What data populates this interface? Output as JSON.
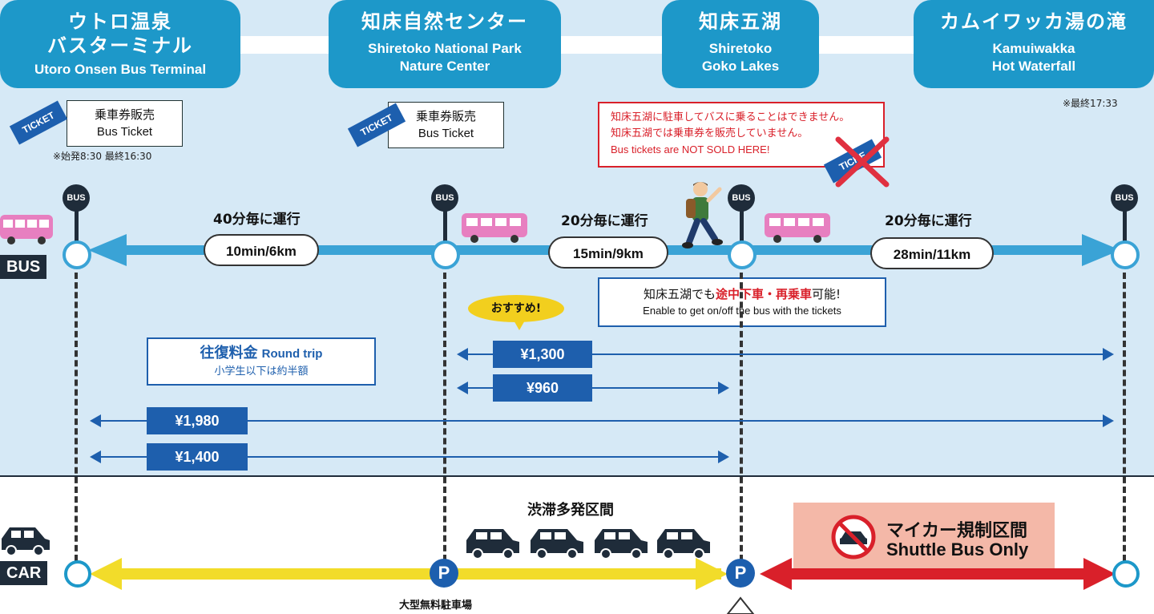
{
  "stations": [
    {
      "jp": "ウトロ温泉",
      "jp2": "バスターミナル",
      "en": "Utoro Onsen Bus Terminal"
    },
    {
      "jp": "知床自然センター",
      "en": "Shiretoko National Park",
      "en2": "Nature Center"
    },
    {
      "jp": "知床五湖",
      "en": "Shiretoko",
      "en2": "Goko Lakes"
    },
    {
      "jp": "カムイワッカ湯の滝",
      "en": "Kamuiwakka",
      "en2": "Hot Waterfall"
    }
  ],
  "kamuiwakka_note": "※最終17:33",
  "ticket_tag": "TICKET",
  "ticket_tag_crossed": "TICKE",
  "tickets": [
    {
      "jp": "乗車券販売",
      "en": "Bus Ticket"
    },
    {
      "jp": "乗車券販売",
      "en": "Bus Ticket"
    }
  ],
  "utoro_hours": "※始発8:30 最終16:30",
  "warning": {
    "line1": "知床五湖に駐車してバスに乗ることはできません。",
    "line2": "知床五湖では乗車券を販売していません。",
    "line3": "Bus tickets are NOT SOLD HERE!"
  },
  "bus_stop_label": "BUS",
  "mode_bus": "BUS",
  "mode_car": "CAR",
  "segments": [
    {
      "freq": "40分毎に運行",
      "time": "10min/6km"
    },
    {
      "freq": "20分毎に運行",
      "time": "15min/9km"
    },
    {
      "freq": "20分毎に運行",
      "time": "28min/11km"
    }
  ],
  "transfer": {
    "pre": "知床五湖でも",
    "highlight": "途中下車・再乗車",
    "post": "可能!",
    "en": "Enable to get on/off the bus with the tickets"
  },
  "recommend": "おすすめ!",
  "roundtrip": {
    "title": "往復料金",
    "title_en": "Round trip",
    "sub": "小学生以下は約半額"
  },
  "fares": [
    "¥1,300",
    "¥960",
    "¥1,980",
    "¥1,400"
  ],
  "congestion": "渋滞多発区間",
  "parking_label": "P",
  "parking_name": "大型無料駐車場",
  "restricted": {
    "jp": "マイカー規制区間",
    "en": "Shuttle Bus Only"
  },
  "colors": {
    "station_blue": "#1d98c9",
    "route_blue": "#3aa3d6",
    "fare_blue": "#1e5fad",
    "car_yellow": "#f2dc2a",
    "restricted_red": "#d9202a",
    "restricted_bg": "#f4b8a8",
    "bus_pink": "#e77fc0",
    "recommend_yellow": "#f2cf1e"
  }
}
